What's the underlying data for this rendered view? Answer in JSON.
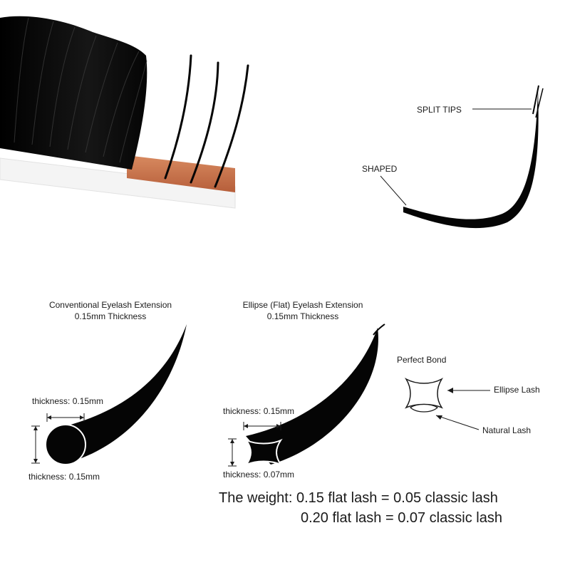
{
  "product_photo": {
    "split_tips_label": "SPLIT TIPS",
    "shaped_label": "SHAPED"
  },
  "conventional": {
    "title": "Conventional Eyelash Extension",
    "subtitle": "0.15mm Thickness",
    "width_label": "thickness: 0.15mm",
    "height_label": "thickness: 0.15mm"
  },
  "ellipse": {
    "title": "Ellipse (Flat) Eyelash Extension",
    "subtitle": "0.15mm Thickness",
    "width_label": "thickness: 0.15mm",
    "height_label": "thickness: 0.07mm"
  },
  "perfect_bond": {
    "title": "Perfect Bond",
    "ellipse_lash_label": "Ellipse Lash",
    "natural_lash_label": "Natural Lash"
  },
  "weight": {
    "line1": "The weight: 0.15 flat lash = 0.05 classic lash",
    "line2": "0.20 flat lash = 0.07 classic lash"
  },
  "colors": {
    "lash_black": "#0a0a0a",
    "adhesive_strip": "#c8704a",
    "text": "#1a1a1a"
  }
}
